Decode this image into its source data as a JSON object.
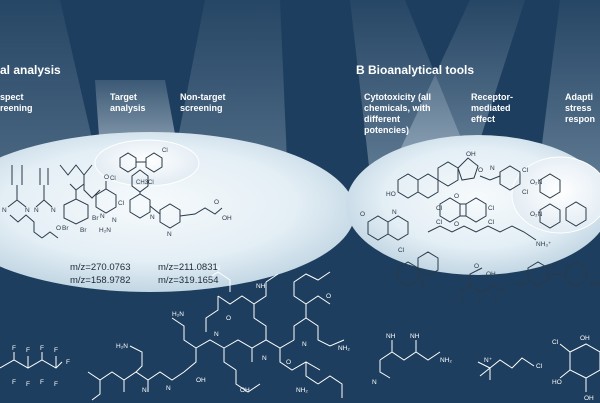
{
  "panel_a": {
    "heading": "al analysis",
    "labels": {
      "suspect": "spect\nreening",
      "target": "Target\nanalysis",
      "nontarget": "Non-target\nscreening"
    },
    "mz_values": {
      "left": [
        "m/z=270.0763",
        "m/z=158.9782"
      ],
      "right": [
        "m/z=211.0831",
        "m/z=319.1654"
      ]
    },
    "target_formula": "CH3Cl"
  },
  "panel_b": {
    "heading": "B  Bioanalytical tools",
    "labels": {
      "cytotoxicity": "Cytotoxicity (all\nchemicals, with\ndifferent\npotencies)",
      "receptor": "Receptor-\nmediated\neffect",
      "adaptive": "Adapti\nstress\nrespon"
    }
  },
  "colors": {
    "background": "#1d3e5e",
    "beam": "#dbe9f3",
    "ellipse_center": "#f3f8fb",
    "ellipse_edge": "#bcd3e2",
    "structure_dark": "#2a3a48",
    "structure_light": "#ffffff"
  }
}
